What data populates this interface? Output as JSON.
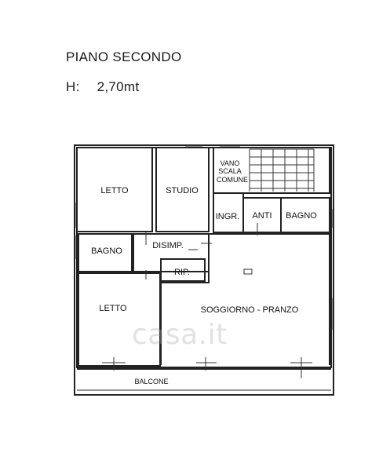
{
  "header": {
    "title": "PIANO SECONDO",
    "height_label": "H:",
    "height_value": "2,70mt"
  },
  "rooms": {
    "letto_top": "LETTO",
    "studio": "STUDIO",
    "vano_line1": "VANO",
    "vano_line2": "SCALA",
    "vano_line3": "COMUNE",
    "ingr": "INGR.",
    "anti": "ANTI",
    "bagno_right": "BAGNO",
    "bagno_left": "BAGNO",
    "disimp": "DISIMP.",
    "rip": "RIP.",
    "letto_bottom": "LETTO",
    "soggiorno": "SOGGIORNO - PRANZO",
    "balcone": "BALCONE"
  },
  "watermark": "casa.it"
}
